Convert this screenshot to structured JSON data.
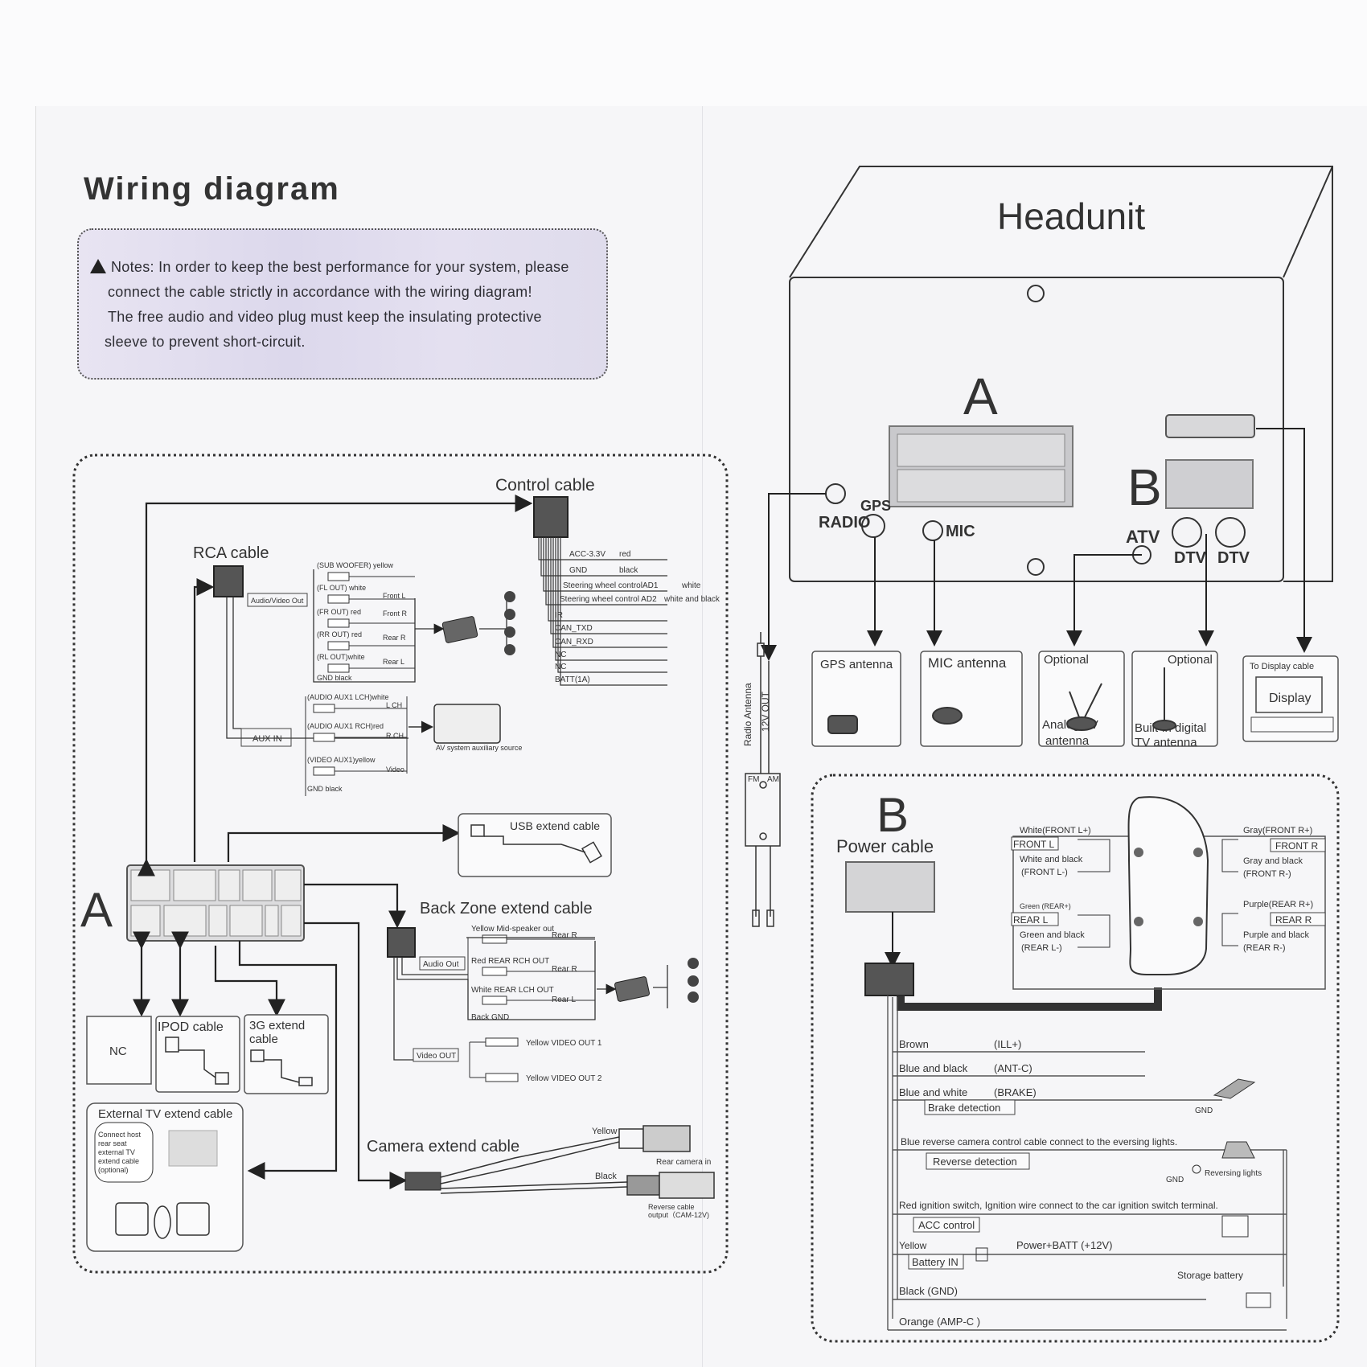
{
  "title": "Wiring  diagram",
  "notes": {
    "line1": "Notes: In order to keep the best performance for your system, please",
    "line2": "connect the cable strictly in accordance with the  wiring diagram!",
    "line3": "The free audio and video plug must keep the insulating protective",
    "line4": "sleeve to prevent short-circuit."
  },
  "headunit": {
    "title": "Headunit",
    "connector_a": "A",
    "connector_b": "B",
    "radio": "RADIO",
    "gps": "GPS",
    "mic": "MIC",
    "atv": "ATV",
    "dtv1": "DTV",
    "dtv2": "DTV"
  },
  "antennas": {
    "gps": "GPS antenna",
    "mic": "MIC antenna",
    "atv_optional": "Optional",
    "atv_line1": "Analog TV",
    "atv_line2": "antenna",
    "dtv_optional": "Optional",
    "dtv_line1": "Built-in digital",
    "dtv_line2": "TV antenna",
    "display_cable": "To Display cable",
    "display": "Display",
    "radio_antenna": "Radio Antenna",
    "out_12v": "12V OUT",
    "fm": "FM",
    "am": "AM"
  },
  "left": {
    "control_cable": "Control cable",
    "control_pins": [
      {
        "name": "ACC-3.3V",
        "color": "red"
      },
      {
        "name": "GND",
        "color": "black"
      },
      {
        "name": "Steering wheel controlAD1",
        "color": "white"
      },
      {
        "name": "Steering wheel control AD2",
        "color": "white and black"
      },
      {
        "name": "IR",
        "color": ""
      },
      {
        "name": "CAN_TXD",
        "color": ""
      },
      {
        "name": "CAN_RXD",
        "color": ""
      },
      {
        "name": "NC",
        "color": ""
      },
      {
        "name": "NC",
        "color": ""
      },
      {
        "name": "BATT(1A)",
        "color": ""
      }
    ],
    "rca_cable": "RCA cable",
    "audio_video_out": "Audio/Video Out",
    "rca_lines": [
      "(SUB WOOFER) yellow",
      "(FL OUT) white",
      "(FR OUT) red",
      "(RR OUT) red",
      "(RL OUT)white",
      "GND   black"
    ],
    "rca_side": [
      "Front L",
      "Front R",
      "Rear R",
      "Rear L"
    ],
    "aux_in": "AUX IN",
    "aux_lines": [
      "(AUDIO AUX1 LCH)white",
      "(AUDIO AUX1 RCH)red",
      "(VIDEO AUX1)yellow",
      "GND   black"
    ],
    "aux_side": [
      "L CH",
      "R CH",
      "Video"
    ],
    "av_source": "AV system auxiliary source",
    "usb": "USB extend cable",
    "a_label": "A",
    "back_zone": "Back Zone extend cable",
    "audio_out": "Audio Out",
    "back_lines": [
      "Yellow   Mid-speaker out",
      "Red   REAR  RCH OUT",
      "White   REAR  LCH OUT",
      "Back          GND"
    ],
    "back_side": [
      "Rear R",
      "Rear R",
      "Rear L"
    ],
    "video_out": "Video OUT",
    "video_lines": [
      "Yellow  VIDEO OUT 1",
      "Yellow  VIDEO OUT 2"
    ],
    "nc": "NC",
    "ipod": "IPOD cable",
    "g3_line1": "3G extend",
    "g3_line2": "cable",
    "ext_tv": "External TV extend cable",
    "ext_tv_note": [
      "Connect host",
      "rear seat",
      "external TV",
      "extend cable",
      "(optional)"
    ],
    "camera": "Camera extend cable",
    "yellow": "Yellow",
    "black": "Black",
    "rear_camera_in": "Rear  camera in",
    "reverse_line1": "Reverse cable",
    "reverse_line2": "output（CAM-12V)"
  },
  "power": {
    "b_label": "B",
    "title": "Power cable",
    "speakers_left": [
      {
        "wire": "White(FRONT L+)",
        "box": "FRONT L",
        "wire2": "White and black",
        "sub": "(FRONT L-)"
      },
      {
        "wire": "Green  (REAR+)",
        "box": "REAR L",
        "wire2": "Green and black",
        "sub": "(REAR L-)"
      }
    ],
    "speakers_right": [
      {
        "wire": "Gray(FRONT R+)",
        "box": "FRONT R",
        "wire2": "Gray and black",
        "sub": "(FRONT R-)"
      },
      {
        "wire": "Purple(REAR R+)",
        "box": "REAR R",
        "wire2": "Purple and black",
        "sub": "(REAR R-)"
      }
    ],
    "wires": [
      {
        "color": "Brown",
        "func": "(ILL+)"
      },
      {
        "color": "Blue and black",
        "func": "(ANT-C)"
      },
      {
        "color": "Blue and white",
        "func": "(BRAKE)"
      }
    ],
    "brake_detection": "Brake detection",
    "gnd": "GND",
    "blue_reverse": "Blue  reverse camera control cable connect to the eversing lights.",
    "reverse_detection": "Reverse detection",
    "reversing_lights": "Reversing lights",
    "red_ignition": "Red  ignition switch, Ignition wire connect to the car ignition switch terminal.",
    "acc_control": "ACC control",
    "yellow": "Yellow",
    "power_batt": "Power+BATT (+12V)",
    "battery_in": "Battery IN",
    "storage_battery": "Storage battery",
    "black_gnd": "Black  (GND)",
    "orange": "Orange     (AMP-C )"
  }
}
